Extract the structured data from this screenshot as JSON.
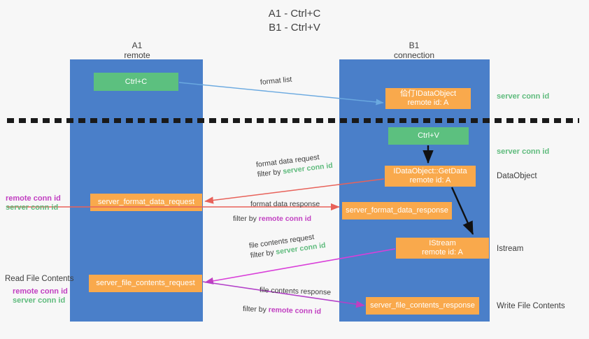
{
  "title": {
    "line1": "A1 - Ctrl+C",
    "line2": "B1 - Ctrl+V"
  },
  "lanes": [
    {
      "name": "A1",
      "sub": "remote"
    },
    {
      "name": "B1",
      "sub": "connection"
    }
  ],
  "boxes": {
    "ctrl_c": "Ctrl+C",
    "ctrl_v": "Ctrl+V",
    "set_dataobject": {
      "line1": "佡仃IDataObject",
      "line2": "remote id: A"
    },
    "getdata": {
      "line1": "IDataObject::GetData",
      "line2": "remote id: A"
    },
    "istream": {
      "line1": "IStream",
      "line2": "remote id: A"
    },
    "format_data_request": "server_format_data_request",
    "format_data_response": "server_format_data_response",
    "file_contents_request": "server_file_contents_request",
    "file_contents_response": "server_file_contents_response"
  },
  "edge_labels": {
    "format_list": "format list",
    "format_data_request": {
      "line1": "format data request",
      "prefix": "filter by ",
      "key": "server conn id"
    },
    "format_data_response": {
      "line1": "format data response",
      "prefix": "filter by ",
      "key": "remote conn id"
    },
    "file_contents_request": {
      "line1": "file contents request",
      "prefix": "filter by ",
      "key": "server conn id"
    },
    "file_contents_response": {
      "line1": "file contents response",
      "prefix": "filter by ",
      "key": "remote conn id"
    }
  },
  "left_annotations": {
    "group1": {
      "remote": "remote conn id",
      "server": "server conn id"
    },
    "read_file_contents": "Read File Contents",
    "group2": {
      "remote": "remote conn id",
      "server": "server conn id"
    }
  },
  "right_annotations": {
    "server_conn_top": "server conn id",
    "server_conn_second": "server conn id",
    "dataobject": "DataObject",
    "istream": "Istream",
    "write_file_contents": "Write File Contents"
  },
  "colors": {
    "lane": "#4a7fc9",
    "green_box": "#5cc07f",
    "orange_box": "#f9a94c",
    "server_conn_text": "#5fbb7d",
    "remote_conn_text": "#c13fc1",
    "background": "#f7f7f7",
    "divider": "#1a1a1a"
  }
}
